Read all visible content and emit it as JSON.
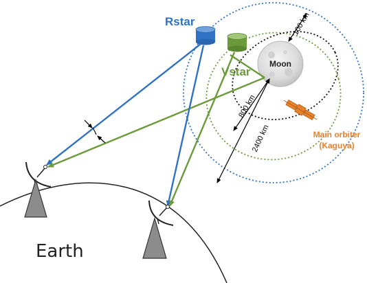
{
  "labels": {
    "rstar": "Rstar",
    "vstar": "Vstar",
    "moon": "Moon",
    "orbit_100": "100 km",
    "orbit_800": "800 km",
    "orbit_2400": "2400 km",
    "main_orbiter_line1": "Main orbiter",
    "main_orbiter_line2": "(Kaguya)",
    "earth": "Earth"
  },
  "colors": {
    "rstar": "#2f72c4",
    "vstar": "#6b9a3a",
    "orbiter": "#e8812b",
    "antenna": "#8c8c8c",
    "orbit_100": "#111111",
    "orbit_800": "#6b9a3a",
    "orbit_2400": "#2f72c4"
  },
  "icons": [
    "rstar-satellite-icon",
    "vstar-satellite-icon",
    "moon-icon",
    "main-orbiter-icon",
    "antenna-left-icon",
    "antenna-right-icon"
  ]
}
